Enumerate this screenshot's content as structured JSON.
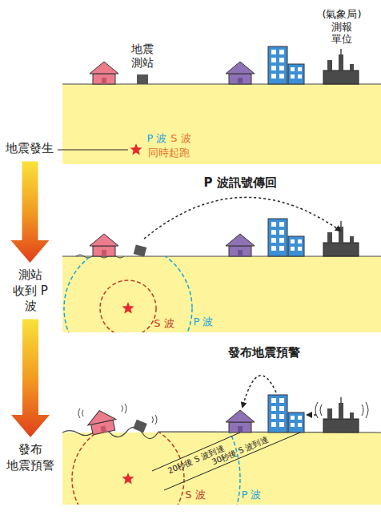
{
  "diagram": {
    "nodes": [
      {
        "text": [
          "地震發生"
        ]
      },
      {
        "text": [
          "測站 收到 P 波"
        ]
      },
      {
        "text": [
          "發布 地震預警"
        ]
      }
    ],
    "edges": [
      {
        "from": 0,
        "to": 1,
        "arrow": "to"
      },
      {
        "from": 1,
        "to": 2,
        "arrow": "to"
      }
    ],
    "labels": [
      "(氣象局) 測報 單位",
      "地震 測站",
      "P 波",
      "S 波",
      "同時起跑",
      "P 波訊號傳回",
      "S 波",
      "P 波",
      "發布地震預警",
      "20秒後 S 波到達",
      "30秒後 S 波到達",
      "S 波",
      "P 波"
    ]
  }
}
